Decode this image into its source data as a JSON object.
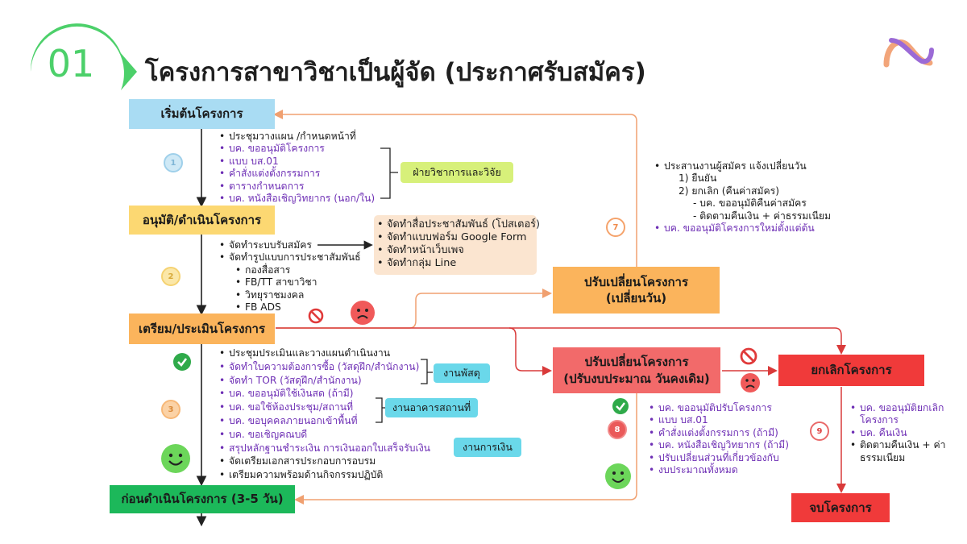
{
  "header": {
    "number": "01",
    "title": "โครงการสาขาวิชาเป็นผู้จัด (ประกาศรับสมัคร)"
  },
  "colors": {
    "accent_green": "#4cd06a",
    "blue_box": "#a9dcf3",
    "yellow_box": "#fcd872",
    "orange_box": "#fbb45c",
    "green_box": "#1cb85a",
    "red_box": "#f03a3a",
    "red_box_light": "#f26a6a",
    "cyan_tag": "#6ad8ea",
    "lime_tag": "#d7f07a",
    "purple_text": "#6e2fb5"
  },
  "steps": {
    "start": "เริ่มต้นโครงการ",
    "approve": "อนุมัติ/ดำเนินโครงการ",
    "prepare": "เตรียม/ประเมินโครงการ",
    "before": "ก่อนดำเนินโครงการ (3-5 วัน)",
    "change_date_line1": "ปรับเปลี่ยนโครงการ",
    "change_date_line2": "(เปลี่ยนวัน)",
    "change_budget_line1": "ปรับเปลี่ยนโครงการ",
    "change_budget_line2": "(ปรับงบประมาณ วันคงเดิม)",
    "cancel": "ยกเลิกโครงการ",
    "end": "จบโครงการ"
  },
  "markers": {
    "m1": "1",
    "m2": "2",
    "m3": "3",
    "m7": "7",
    "m8": "8",
    "m9": "9"
  },
  "section1": {
    "items": [
      "ประชุมวางแผน /กำหนดหน้าที่",
      "บค. ขออนุมัติโครงการ",
      "แบบ บส.01",
      "คำสั่งแต่งตั้งกรรมการ",
      "ตารางกำหนดการ",
      "บค. หนังสือเชิญวิทยากร (นอก/ใน)"
    ],
    "tag": "ฝ่ายวิชาการและวิจัย"
  },
  "section2": {
    "items": [
      "จัดทำระบบรับสมัคร",
      "จัดทำรูปแบบการประชาสัมพันธ์"
    ],
    "subitems": [
      "กองสื่อสาร",
      "FB/TT สาขาวิชา",
      "วิทยุราชมงคล",
      "FB ADS"
    ],
    "pr_box": [
      "จัดทำสื่อประชาสัมพันธ์ (โปสเตอร์)",
      "จัดทำแบบฟอร์ม Google Form",
      "จัดทำหน้าเว็บเพจ",
      "จัดทำกลุ่ม Line"
    ]
  },
  "section3": {
    "items": [
      "ประชุมประเมินและวางแผนดำเนินงาน",
      "จัดทำใบความต้องการซื้อ (วัสดุฝึก/สำนักงาน)",
      "จัดทำ TOR (วัสดุฝึก/สำนักงาน)",
      "บค. ขออนุมัติใช้เงินสด (ถ้ามี)",
      "บค. ขอใช้ห้องประชุม/สถานที่",
      "บค. ขอบุคคลภายนอกเข้าพื้นที่",
      "บค. ขอเชิญคณบดี",
      "สรุปหลักฐานชำระเงิน การเงินออกใบเสร็จรับเงิน",
      "จัดเตรียมเอกสารประกอบการอบรม",
      "เตรียมความพร้อมด้านกิจกรรมปฏิบัติ"
    ],
    "tags": [
      "งานพัสดุ",
      "งานอาคารสถานที่",
      "งานการเงิน"
    ]
  },
  "notes7": {
    "line1": "ประสานงานผู้สมัคร แจ้งเปลี่ยนวัน",
    "line2": "1) ยืนยัน",
    "line3": "2) ยกเลิก (คืนค่าสมัคร)",
    "line4": "- บค. ขออนุมัติคืนค่าสมัคร",
    "line5": "- ติดตามคืนเงิน + ค่าธรรมเนียม",
    "line6": "บค. ขออนุมัติโครงการใหม่ตั้งแต่ต้น"
  },
  "notes8": [
    "บค. ขออนุมัติปรับโครงการ",
    "แบบ บส.01",
    "คำสั่งแต่งตั้งกรรมการ (ถ้ามี)",
    "บค. หนังสือเชิญวิทยากร (ถ้ามี)",
    "ปรับเปลี่ยนส่วนที่เกี่ยวข้องกับ",
    "งบประมาณทั้งหมด"
  ],
  "notes9": [
    "บค. ขออนุมัติยกเลิก",
    "โครงการ",
    "บค. คืนเงิน",
    "ติดตามคืนเงิน + ค่า",
    "ธรรมเนียม"
  ]
}
